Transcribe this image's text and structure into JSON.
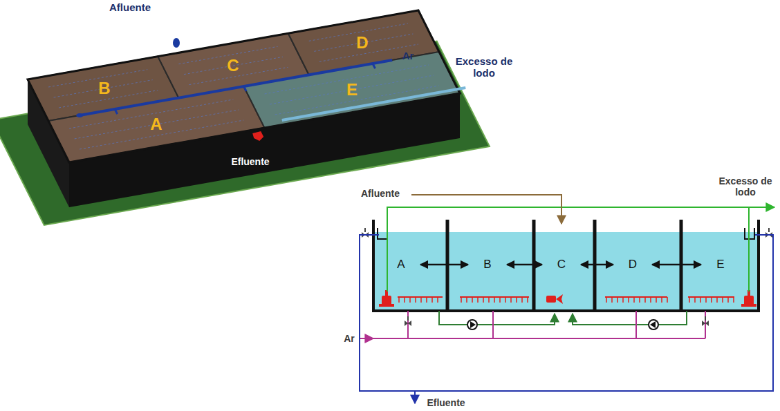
{
  "diagram": {
    "nodes": [
      {
        "text": [
          "A"
        ]
      },
      {
        "text": [
          "B"
        ]
      },
      {
        "text": [
          "C"
        ]
      },
      {
        "text": [
          "D"
        ]
      },
      {
        "text": [
          "E"
        ]
      }
    ],
    "edges": [
      {
        "from": 0,
        "to": 1,
        "arrow": "both"
      },
      {
        "from": 1,
        "to": 2,
        "arrow": "both"
      },
      {
        "from": 2,
        "to": 3,
        "arrow": "both"
      },
      {
        "from": 3,
        "to": 4,
        "arrow": "both"
      }
    ],
    "labels": [
      "Afluente",
      "Ar",
      "Excesso de lodo",
      "Efluente",
      "B",
      "C",
      "D",
      "A",
      "E",
      "Afluente",
      "Excesso de lodo",
      "Ar",
      "Efluente"
    ]
  }
}
